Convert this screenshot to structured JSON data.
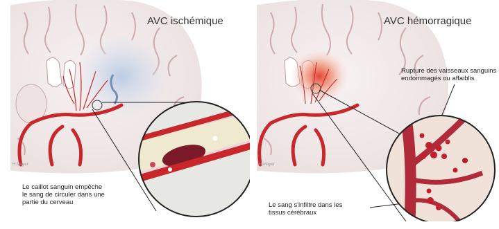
{
  "left_panel": {
    "title": "AVC ischémique",
    "label": "Le caillot sanguin empêche\nle sang de circuler dans une\npartie du cerveau",
    "credit": "H.Mayer"
  },
  "right_panel": {
    "title": "AVC hémorragique",
    "label_top": "Rupture des vaisseaux sanguins\nendommagés ou affaiblis",
    "label_bottom": "Le sang s'infiltre dans les\ntissus cérébraux",
    "credit": "H.Mayer"
  },
  "colors": {
    "brain": "#f3ecec",
    "artery": "#c8282c",
    "clot": "#7a1a28",
    "plasma": "#e9e7c8",
    "ischemic_zone": "#cdd8ea",
    "hemorrhage": "#e8603a"
  }
}
